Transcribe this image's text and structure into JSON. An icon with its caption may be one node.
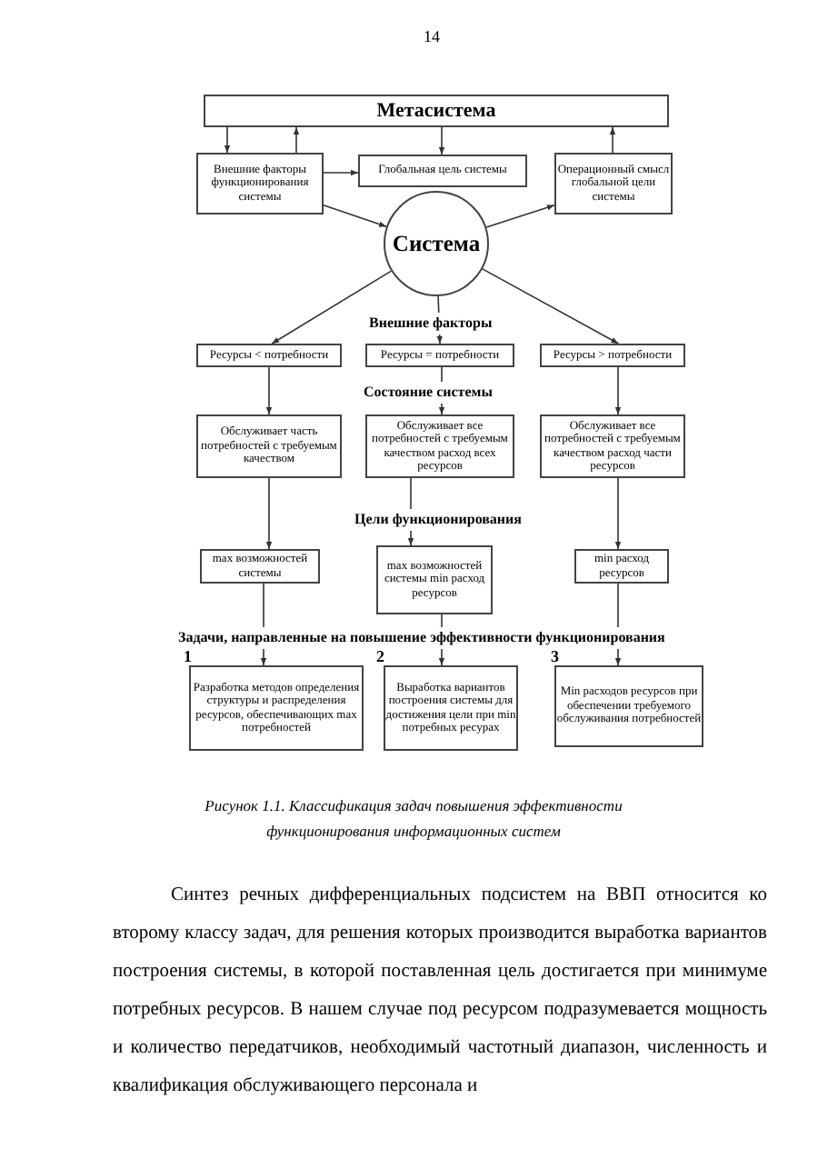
{
  "diagram": {
    "caption": "Рисунок 1.1. Классификация задач повышения эффективности функционирования информационных систем",
    "nodes": [
      {
        "text": [
          "Метасистема"
        ]
      },
      {
        "text": [
          "Внешние факторы функционирования системы"
        ]
      },
      {
        "text": [
          "Глобальная цель системы"
        ]
      },
      {
        "text": [
          "Операционный смысл глобальной цели системы"
        ]
      },
      {
        "text": [
          "Система"
        ]
      },
      {
        "text": [
          "Ресурсы < потребности"
        ]
      },
      {
        "text": [
          "Ресурсы = потребности"
        ]
      },
      {
        "text": [
          "Ресурсы > потребности"
        ]
      },
      {
        "text": [
          "Обслуживает часть потребностей с требуемым качеством"
        ]
      },
      {
        "text": [
          "Обслуживает все потребностей с требуемым качеством расход всех ресурсов"
        ]
      },
      {
        "text": [
          "Обслуживает все потребностей с требуемым качеством расход части ресурсов"
        ]
      },
      {
        "text": [
          "max возможностей системы"
        ]
      },
      {
        "text": [
          "max возможностей системы min расход ресурсов"
        ]
      },
      {
        "text": [
          "min расход ресурсов"
        ]
      },
      {
        "text": [
          "Разработка методов определения структуры и распределения ресурсов, обеспечивающих max потребностей"
        ],
        "beside": [
          "1"
        ]
      },
      {
        "text": [
          "Выработка вариантов построения системы для достижения цели при min потребных ресурах"
        ],
        "beside": [
          "2"
        ]
      },
      {
        "text": [
          "Min расходов ресурсов при обеспечении требуемого обслуживания потребностей"
        ],
        "beside": [
          "3"
        ]
      }
    ],
    "edges": [
      {
        "from": 0,
        "to": 1,
        "arrow": "to"
      },
      {
        "from": 1,
        "to": 0,
        "arrow": "to"
      },
      {
        "from": 0,
        "to": 2,
        "arrow": "to"
      },
      {
        "from": 3,
        "to": 0,
        "arrow": "to"
      },
      {
        "from": 1,
        "to": 2,
        "arrow": "to"
      },
      {
        "from": 1,
        "to": 4,
        "arrow": "to"
      },
      {
        "from": 4,
        "to": 3,
        "arrow": "to"
      },
      {
        "from": 4,
        "to": 5,
        "arrow": "to"
      },
      {
        "from": 4,
        "to": 6,
        "arrow": "to"
      },
      {
        "from": 4,
        "to": 7,
        "arrow": "to"
      },
      {
        "from": 5,
        "to": 8,
        "arrow": "to"
      },
      {
        "from": 6,
        "to": 9,
        "arrow": "to"
      },
      {
        "from": 7,
        "to": 10,
        "arrow": "to"
      },
      {
        "from": 8,
        "to": 11,
        "arrow": "to"
      },
      {
        "from": 9,
        "to": 12,
        "arrow": "to"
      },
      {
        "from": 10,
        "to": 13,
        "arrow": "to"
      },
      {
        "from": 11,
        "to": 14,
        "arrow": "to"
      },
      {
        "from": 12,
        "to": 15,
        "arrow": "to"
      },
      {
        "from": 13,
        "to": 16,
        "arrow": "to"
      }
    ],
    "labels": [
      "14",
      "Внешние факторы",
      "Состояние системы",
      "Цели функционирования",
      "Задачи, направленные на повышение эффективности функционирования",
      "Синтез речных дифференциальных подсистем на ВВП относится ко второму классу задач, для решения которых производится выработка вариантов построения системы, в которой поставленная цель достигается при минимуме потребных ресурсов. В нашем случае под ресурсом подразумевается мощность и количество передатчиков, необходимый частотный диапазон, численность и квалификация обслуживающего персонала и"
    ]
  }
}
